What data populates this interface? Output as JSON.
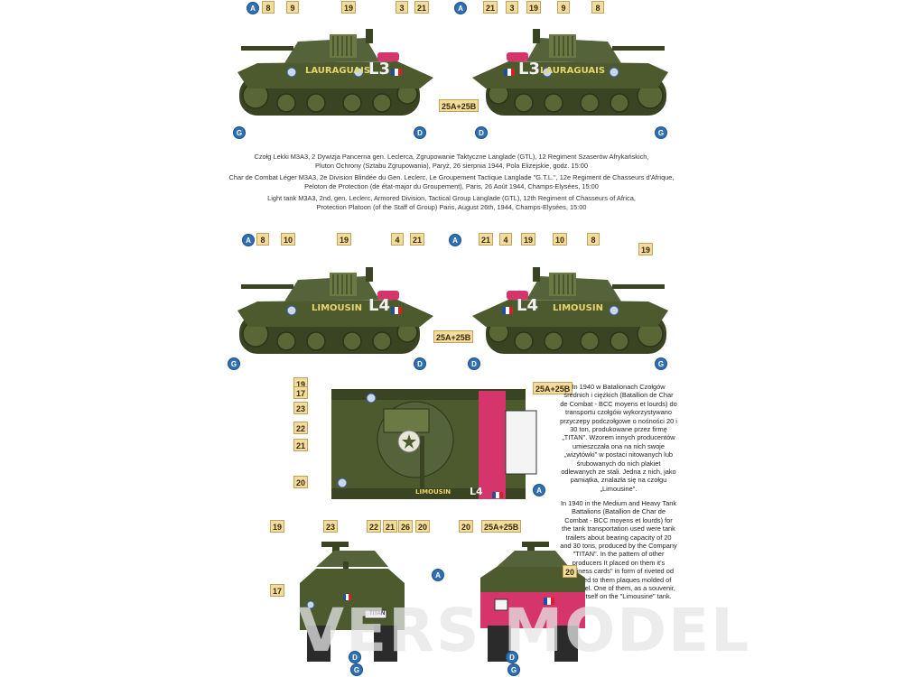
{
  "colors": {
    "olive": "#4c5a2e",
    "olive_dark": "#323d1c",
    "olive_light": "#6b7a45",
    "pink": "#d6356b",
    "marking_yellow": "#e8d46a",
    "tag_bg": "#f2dca0",
    "dot_blue": "#2f6fb3"
  },
  "tanks": {
    "top_left": {
      "name": "LAURAGUAIS",
      "code": "L3"
    },
    "top_right": {
      "name": "LAURAGUAIS",
      "code": "L3"
    },
    "mid_left": {
      "name": "LIMOUSIN",
      "code": "L4"
    },
    "mid_right": {
      "name": "LIMOUSIN",
      "code": "L4"
    },
    "topview": {
      "name": "LIMOUSIN",
      "code": "L4"
    },
    "rear_plate": "TITAN"
  },
  "callouts": {
    "r1_left": [
      "A",
      "8",
      "9",
      "19",
      "3",
      "21"
    ],
    "r1_right": [
      "A",
      "21",
      "3",
      "19",
      "9",
      "8"
    ],
    "r1_bottom": [
      "G",
      "D",
      "D",
      "G"
    ],
    "r1_center": "25A+25B",
    "r2_left": [
      "A",
      "8",
      "10",
      "19",
      "4",
      "21"
    ],
    "r2_right": [
      "A",
      "21",
      "4",
      "19",
      "10",
      "8",
      "19"
    ],
    "r2_bottom": [
      "G",
      "D",
      "D",
      "G"
    ],
    "r2_center": "25A+25B",
    "top_view": [
      "19",
      "17",
      "23",
      "22",
      "21",
      "20"
    ],
    "top_view_tag": "25A+25B",
    "top_view_dot": "A",
    "front": [
      "19",
      "23",
      "22",
      "21",
      "26",
      "20",
      "17"
    ],
    "rear": [
      "20",
      "25A+25B",
      "20"
    ],
    "front_bottom": [
      "D",
      "G"
    ],
    "rear_bottom": [
      "D",
      "G"
    ],
    "rear_dot": "A"
  },
  "caption": {
    "pl_1": "Czołg Lekki M3A3, 2 Dywizja Pancerna gen. Leclerca, Zgrupowanie Taktyczne Langlade (GTL), 12 Regiment Szaserów Afrykańskich,",
    "pl_2": "Pluton Ochrony (Sztabu Zgrupowania), Paryż, 26 sierpnia 1944, Pola Elizejskie, godz. 15:00",
    "fr_1": "Char de Combat Léger M3A3, 2e Division Blindée du Gen. Leclerc, Le Groupement Tactique Langlade \"G.T.L.\", 12e Regiment de Chasseurs d'Afrique,",
    "fr_2": "Peloton de Protection (de état-major du Groupement), Paris, 26 Août 1944, Champs-Elysées, 15:00",
    "en_1": "Light tank M3A3, 2nd, gen. Leclerc, Armored Division, Tactical Group Langlade (GTL), 12th Regiment of Chasseurs of Africa,",
    "en_2": "Protection Platoon (of the Staff of Group) Paris, August 26th, 1944, Champs-Elysées, 15:00"
  },
  "sidetext": {
    "pl": "In 1940 w Batalionach Czołgów średnich i ciężkich (Batallion de Char de Combat - BCC moyens et lourds) do transportu czołgów wykorzystywano przyczepy podczołgowe o nośności 20 i 30 ton, produkowane przez firmę „TITAN\". Wzorem innych producentów umieszczała ona na nich swoje „wizytówki\" w postaci nitowanych lub śrubowanych do nich plakiet odlewanych ze stali. Jedna z nich, jako pamiątka, znalazła się na czołgu „Limousine\".",
    "en": "In 1940 in the Medium and Heavy Tank Battalions (Batallion de Char de Combat - BCC moyens et lourds) for the tank transportation used were tank trailers about bearing capacity of 20 and 30 tons, produced by the Company \"TITAN\". In the pattern of other producers It placed on them it's \"business cards\" in form of riveted od screwed to them plaques molded of cast steel. One of them, as a souvenir, found itself on the \"Limousine\" tank."
  },
  "watermark": "VERS MODEL"
}
